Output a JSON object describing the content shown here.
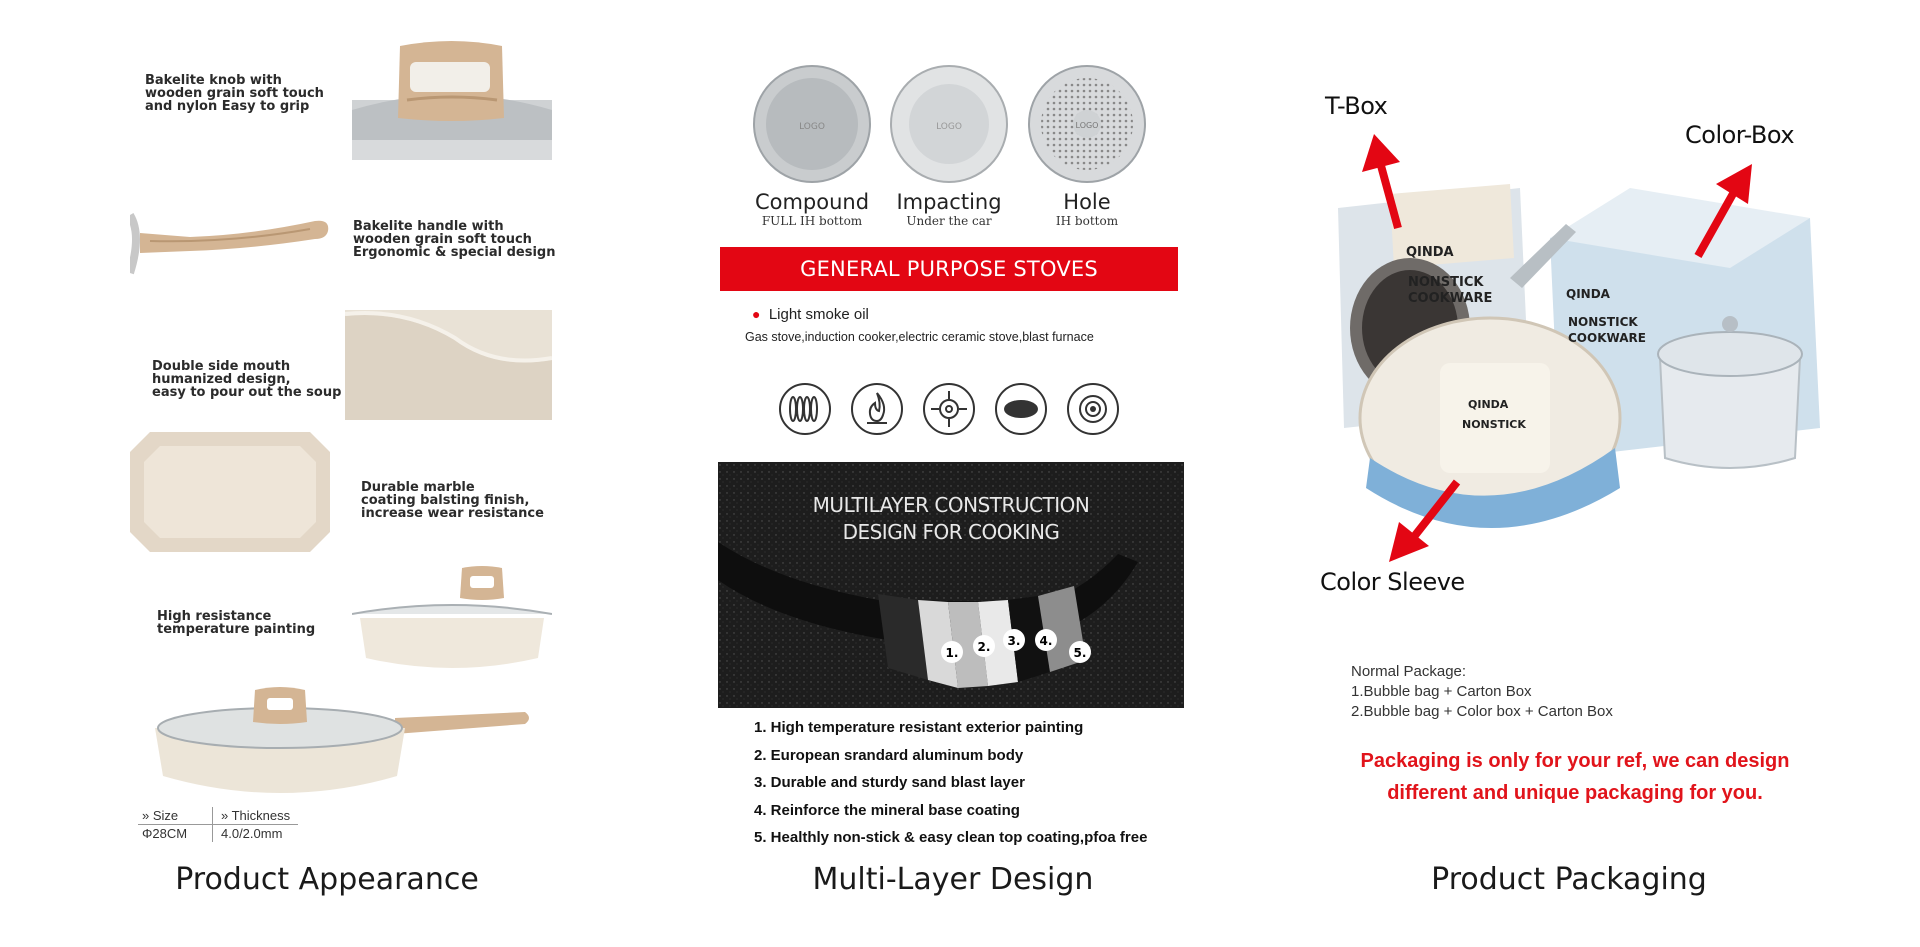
{
  "captions": {
    "appearance": "Product Appearance",
    "layers": "Multi-Layer Design",
    "packaging": "Product Packaging"
  },
  "appearance": {
    "features": [
      "Bakelite knob with\nwooden grain soft touch\nand nylon Easy to grip",
      "Bakelite handle with\nwooden grain soft touch\nErgonomic & special design",
      "Double side mouth\nhumanized design,\neasy to pour out the soup",
      "Durable marble\ncoating balsting finish,\nincrease wear resistance",
      "High resistance\ntemperature painting"
    ],
    "size_table": {
      "size_header": "» Size",
      "thickness_header": "» Thickness",
      "size_value": "Φ28CM",
      "thickness_value": "4.0/2.0mm"
    }
  },
  "layers": {
    "discs": [
      {
        "title": "Compound",
        "subtitle": "FULL IH bottom",
        "logo": "LOGO"
      },
      {
        "title": "Impacting",
        "subtitle": "Under the car",
        "logo": "LOGO"
      },
      {
        "title": "Hole",
        "subtitle": "IH bottom",
        "logo": "LOGO"
      }
    ],
    "banner": "GENERAL PURPOSE STOVES",
    "oil_bullet": "Light smoke oil",
    "stoves_text": "Gas stove,induction cooker,electric ceramic stove,blast furnace",
    "stove_icons": [
      "coil-stove-icon",
      "gas-flame-icon",
      "gas-burner-icon",
      "ceramic-stove-icon",
      "induction-stove-icon"
    ],
    "dark_title_1": "MULTILAYER CONSTRUCTION",
    "dark_title_2": "DESIGN FOR COOKING",
    "layer_numbers": [
      "1.",
      "2.",
      "3.",
      "4.",
      "5."
    ],
    "list": [
      "1. High temperature resistant exterior painting",
      "2. European srandard aluminum body",
      "3. Durable and sturdy sand blast layer",
      "4. Reinforce the mineral base coating",
      "5. Healthly non-stick & easy clean top coating,pfoa free"
    ]
  },
  "packaging": {
    "labels": {
      "tbox": "T-Box",
      "colorbox": "Color-Box",
      "sleeve": "Color Sleeve"
    },
    "brand": "QINDA",
    "box_text_1": "NONSTICK",
    "box_text_2": "COOKWARE",
    "normal_title": "Normal Package:",
    "normal_1": "1.Bubble bag + Carton Box",
    "normal_2": "2.Bubble bag + Color box + Carton Box",
    "red_1": "Packaging is only for your ref, we can design",
    "red_2": "different and unique packaging for you."
  },
  "colors": {
    "banner_red": "#e30613",
    "note_red": "#e1141b",
    "cream": "#efe6d8",
    "wood": "#d9b896"
  }
}
